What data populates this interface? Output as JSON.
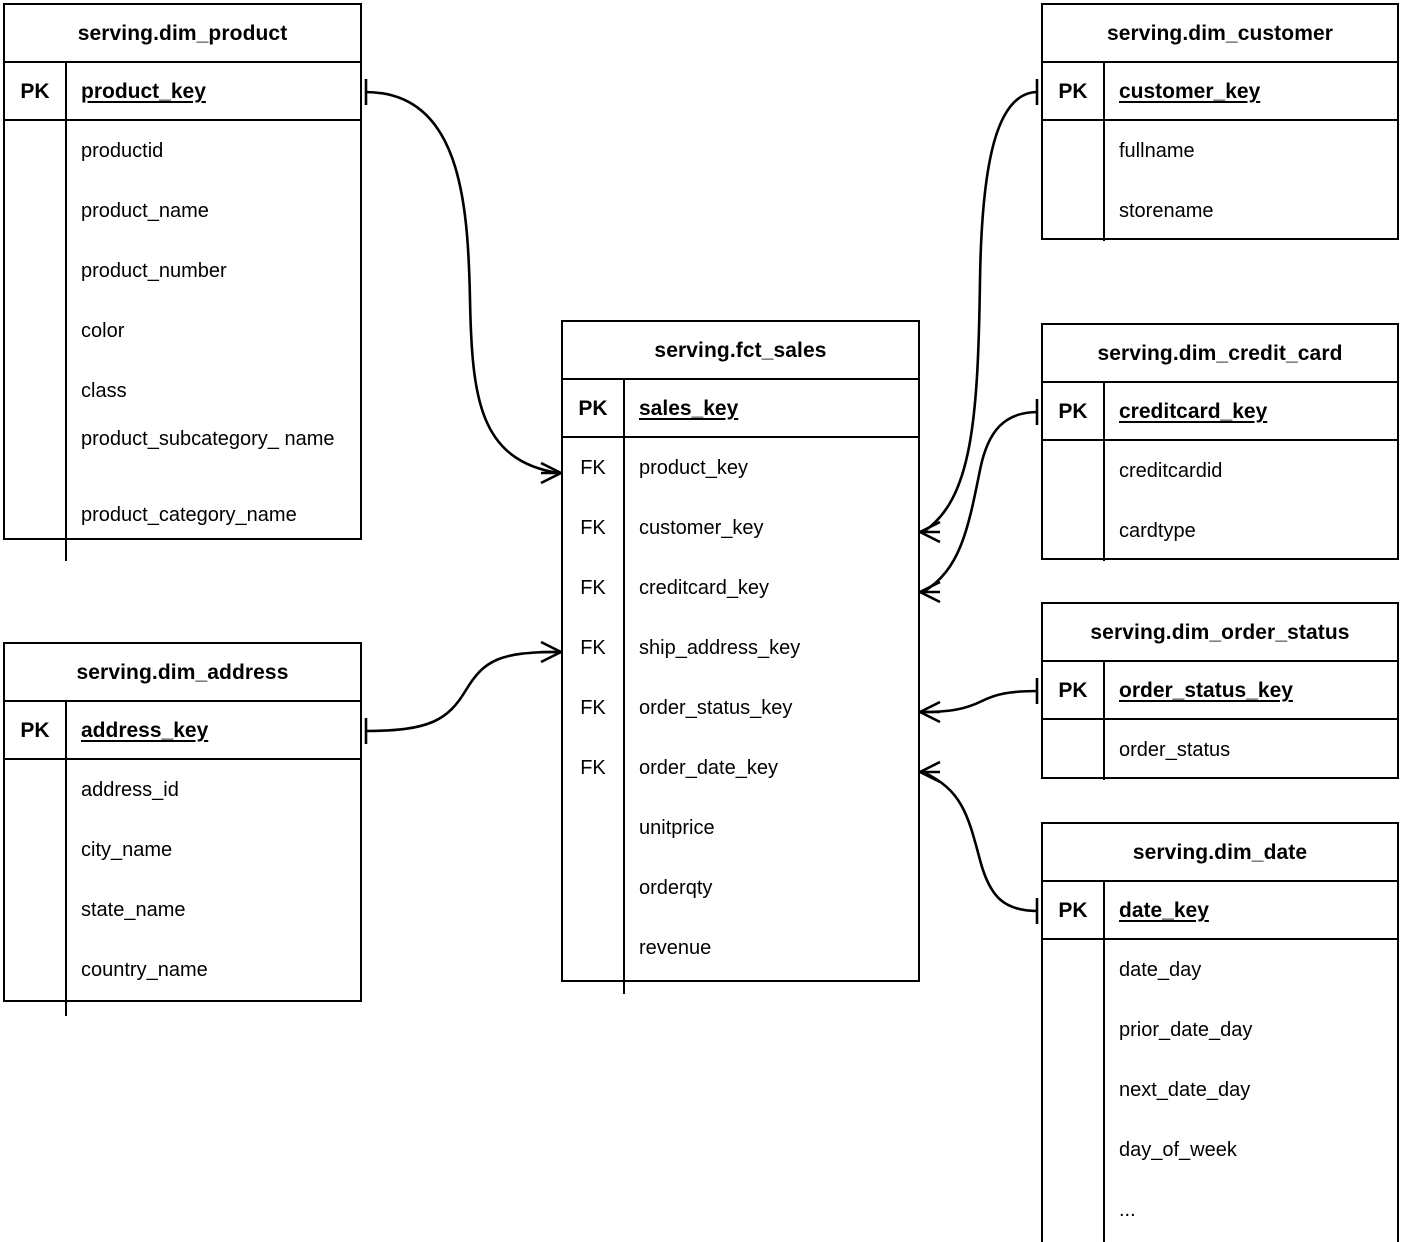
{
  "diagram": {
    "type": "entity-relationship-diagram",
    "notation": "crow's-foot",
    "background_color": "#ffffff",
    "line_color": "#000000",
    "key_labels": {
      "pk": "PK",
      "fk": "FK"
    }
  },
  "entities": [
    {
      "id": "dim_product",
      "title": "serving.dim_product",
      "pk": {
        "tag": "PK",
        "name": "product_key"
      },
      "attributes": [
        {
          "tag": "",
          "name": "productid"
        },
        {
          "tag": "",
          "name": "product_name"
        },
        {
          "tag": "",
          "name": "product_number"
        },
        {
          "tag": "",
          "name": "color"
        },
        {
          "tag": "",
          "name": "class"
        },
        {
          "tag": "",
          "name": "product_subcategory_\nname"
        },
        {
          "tag": "",
          "name": "product_category_name"
        }
      ]
    },
    {
      "id": "dim_address",
      "title": "serving.dim_address",
      "pk": {
        "tag": "PK",
        "name": "address_key"
      },
      "attributes": [
        {
          "tag": "",
          "name": "address_id"
        },
        {
          "tag": "",
          "name": "city_name"
        },
        {
          "tag": "",
          "name": "state_name"
        },
        {
          "tag": "",
          "name": "country_name"
        }
      ]
    },
    {
      "id": "fct_sales",
      "title": "serving.fct_sales",
      "pk": {
        "tag": "PK",
        "name": "sales_key"
      },
      "attributes": [
        {
          "tag": "FK",
          "name": "product_key"
        },
        {
          "tag": "FK",
          "name": "customer_key"
        },
        {
          "tag": "FK",
          "name": "creditcard_key"
        },
        {
          "tag": "FK",
          "name": "ship_address_key"
        },
        {
          "tag": "FK",
          "name": "order_status_key"
        },
        {
          "tag": "FK",
          "name": "order_date_key"
        },
        {
          "tag": "",
          "name": "unitprice"
        },
        {
          "tag": "",
          "name": "orderqty"
        },
        {
          "tag": "",
          "name": "revenue"
        }
      ]
    },
    {
      "id": "dim_customer",
      "title": "serving.dim_customer",
      "pk": {
        "tag": "PK",
        "name": "customer_key"
      },
      "attributes": [
        {
          "tag": "",
          "name": "fullname"
        },
        {
          "tag": "",
          "name": "storename"
        }
      ]
    },
    {
      "id": "dim_credit_card",
      "title": "serving.dim_credit_card",
      "pk": {
        "tag": "PK",
        "name": "creditcard_key"
      },
      "attributes": [
        {
          "tag": "",
          "name": "creditcardid"
        },
        {
          "tag": "",
          "name": "cardtype"
        }
      ]
    },
    {
      "id": "dim_order_status",
      "title": "serving.dim_order_status",
      "pk": {
        "tag": "PK",
        "name": "order_status_key"
      },
      "attributes": [
        {
          "tag": "",
          "name": "order_status"
        }
      ]
    },
    {
      "id": "dim_date",
      "title": "serving.dim_date",
      "pk": {
        "tag": "PK",
        "name": "date_key"
      },
      "attributes": [
        {
          "tag": "",
          "name": "date_day"
        },
        {
          "tag": "",
          "name": "prior_date_day"
        },
        {
          "tag": "",
          "name": "next_date_day"
        },
        {
          "tag": "",
          "name": "day_of_week"
        },
        {
          "tag": "",
          "name": "..."
        }
      ]
    }
  ],
  "relationships": [
    {
      "from": "dim_product.product_key",
      "to": "fct_sales.product_key",
      "from_cardinality": "one",
      "to_cardinality": "many"
    },
    {
      "from": "dim_address.address_key",
      "to": "fct_sales.ship_address_key",
      "from_cardinality": "one",
      "to_cardinality": "many"
    },
    {
      "from": "dim_customer.customer_key",
      "to": "fct_sales.customer_key",
      "from_cardinality": "one",
      "to_cardinality": "many"
    },
    {
      "from": "dim_credit_card.creditcard_key",
      "to": "fct_sales.creditcard_key",
      "from_cardinality": "one",
      "to_cardinality": "many"
    },
    {
      "from": "dim_order_status.order_status_key",
      "to": "fct_sales.order_status_key",
      "from_cardinality": "one",
      "to_cardinality": "many"
    },
    {
      "from": "dim_date.date_key",
      "to": "fct_sales.order_date_key",
      "from_cardinality": "one",
      "to_cardinality": "many"
    }
  ]
}
